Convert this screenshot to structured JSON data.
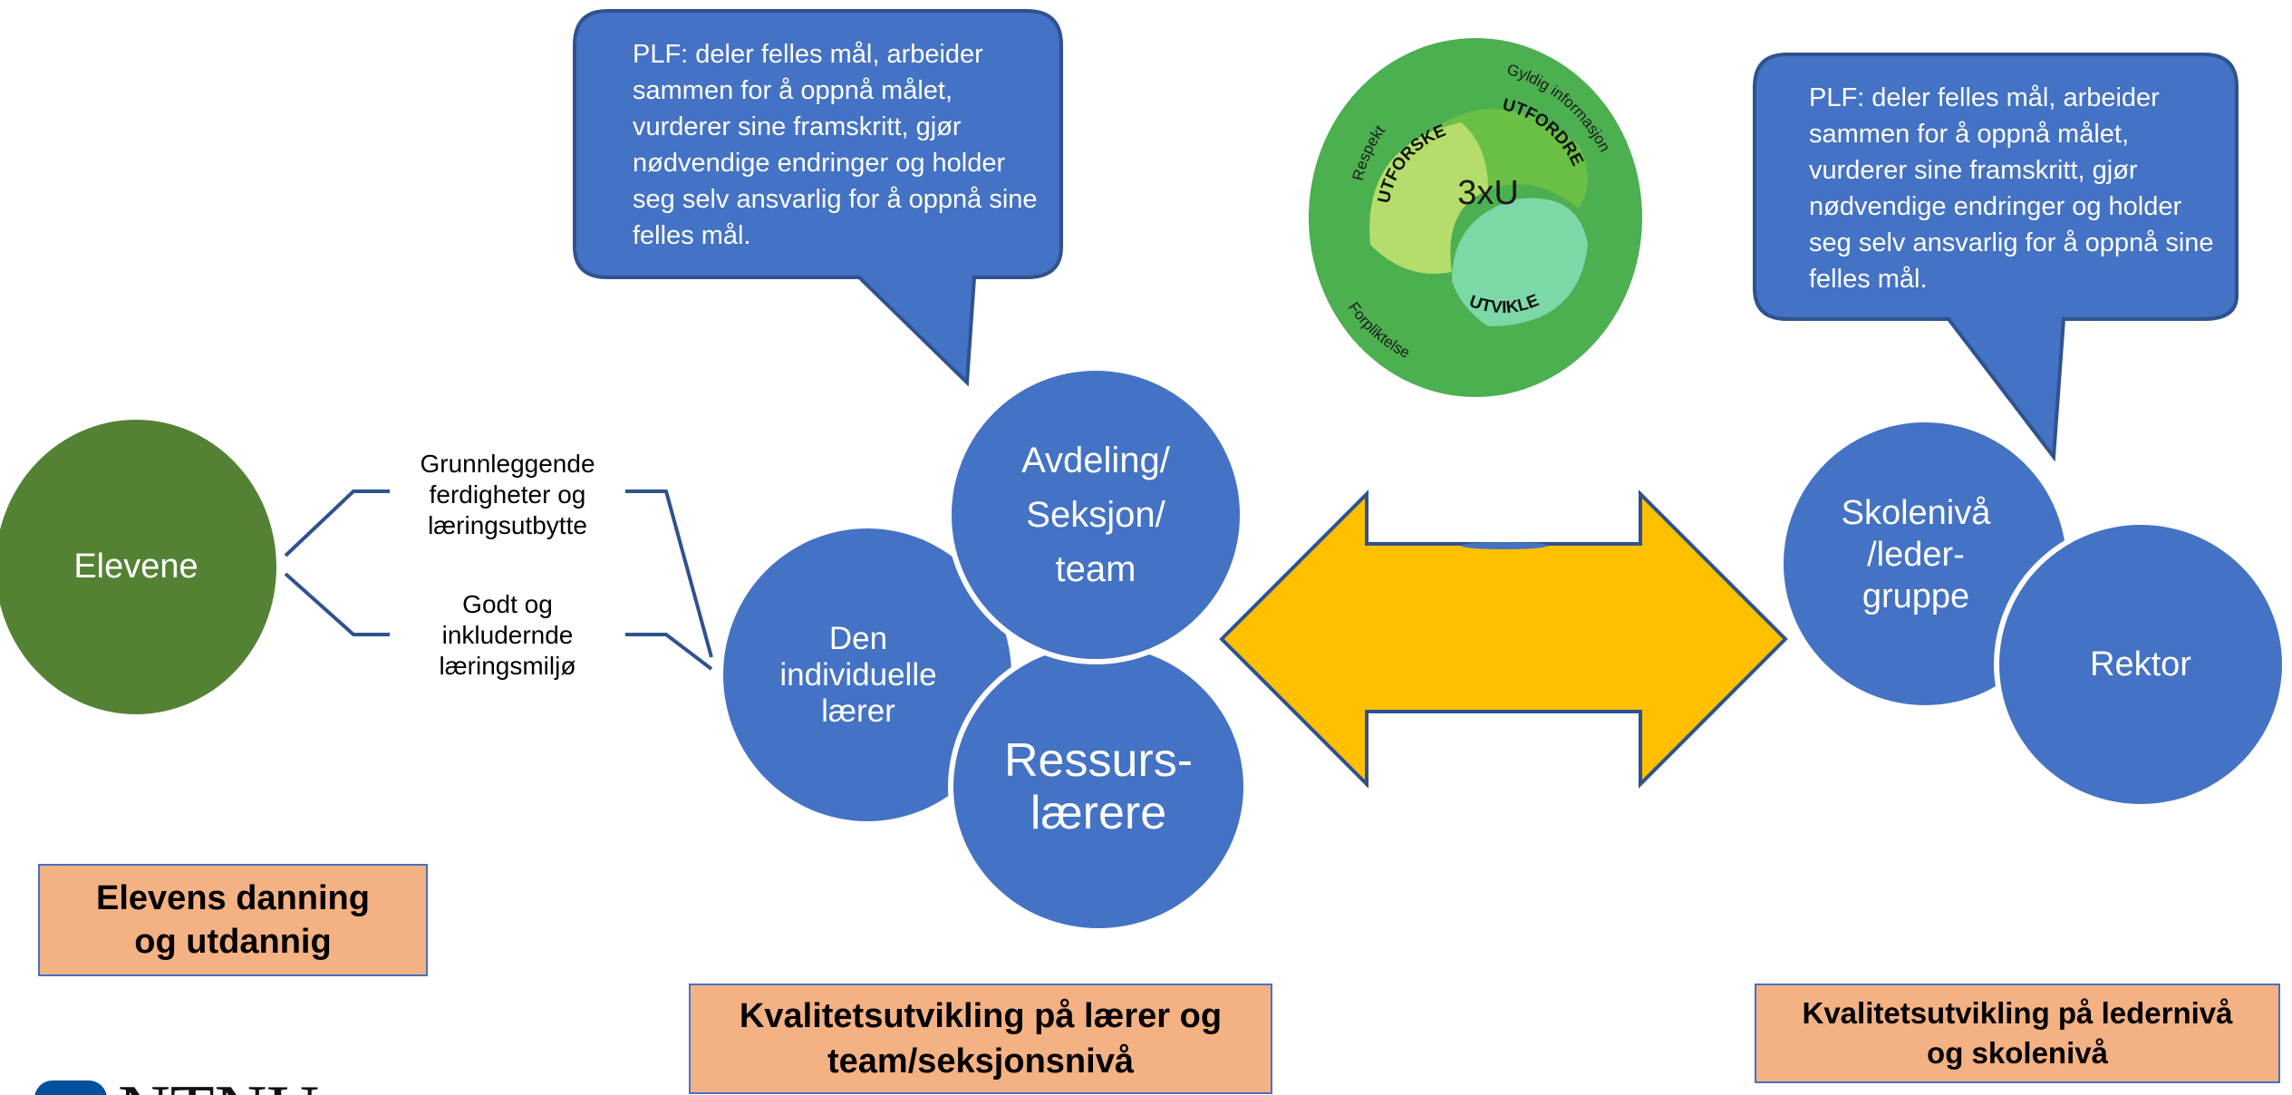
{
  "elevene": "Elevene",
  "branches": {
    "top": "Grunnleggende\nferdigheter og\nlæringsutbytte",
    "bottom": "Godt og\ninkludernde\nlæringsmiljø"
  },
  "circles": {
    "individuell": "Den\nindividuelle\nlærer",
    "avdeling": "Avdeling/\nSeksjon/\nteam",
    "ressurs": "Ressurs-\nlærere",
    "skoleniva": "Skolenivå\n/leder-\ngruppe",
    "rektor": "Rektor"
  },
  "bubbles": {
    "left": "PLF: deler felles mål, arbeider sammen for å oppnå målet, vurderer sine framskritt, gjør nødvendige endringer og holder seg selv ansvarlig for å oppnå sine felles mål.",
    "right": "PLF: deler felles mål, arbeider sammen for å oppnå målet, vurderer sine framskritt, gjør nødvendige endringer og holder seg selv ansvarlig for å oppnå sine felles mål."
  },
  "logo3xu": {
    "center": "3xU",
    "utforske": "UTFORSKE",
    "utfordre": "UTFORDRE",
    "utvikle": "UTVIKLE",
    "respekt": "Respekt",
    "gyldig": "Gyldig informasjon",
    "forpliktelse": "Forpliktelse"
  },
  "labels": {
    "elevens": "Elevens danning\nog utdannig",
    "kvalitet_laerer": "Kvalitetsutvikling på lærer og\nteam/seksjonsnivå",
    "kvalitet_leder": "Kvalitetsutvikling på ledernivå\nog skolenivå"
  },
  "ntnu": "NTNU",
  "colors": {
    "blue": "#4472c4",
    "dark_blue_border": "#2f528f",
    "green_dark": "#548235",
    "green_logo": "#4caf50",
    "arrow_fill": "#ffc000",
    "label_fill": "#f4b183"
  }
}
